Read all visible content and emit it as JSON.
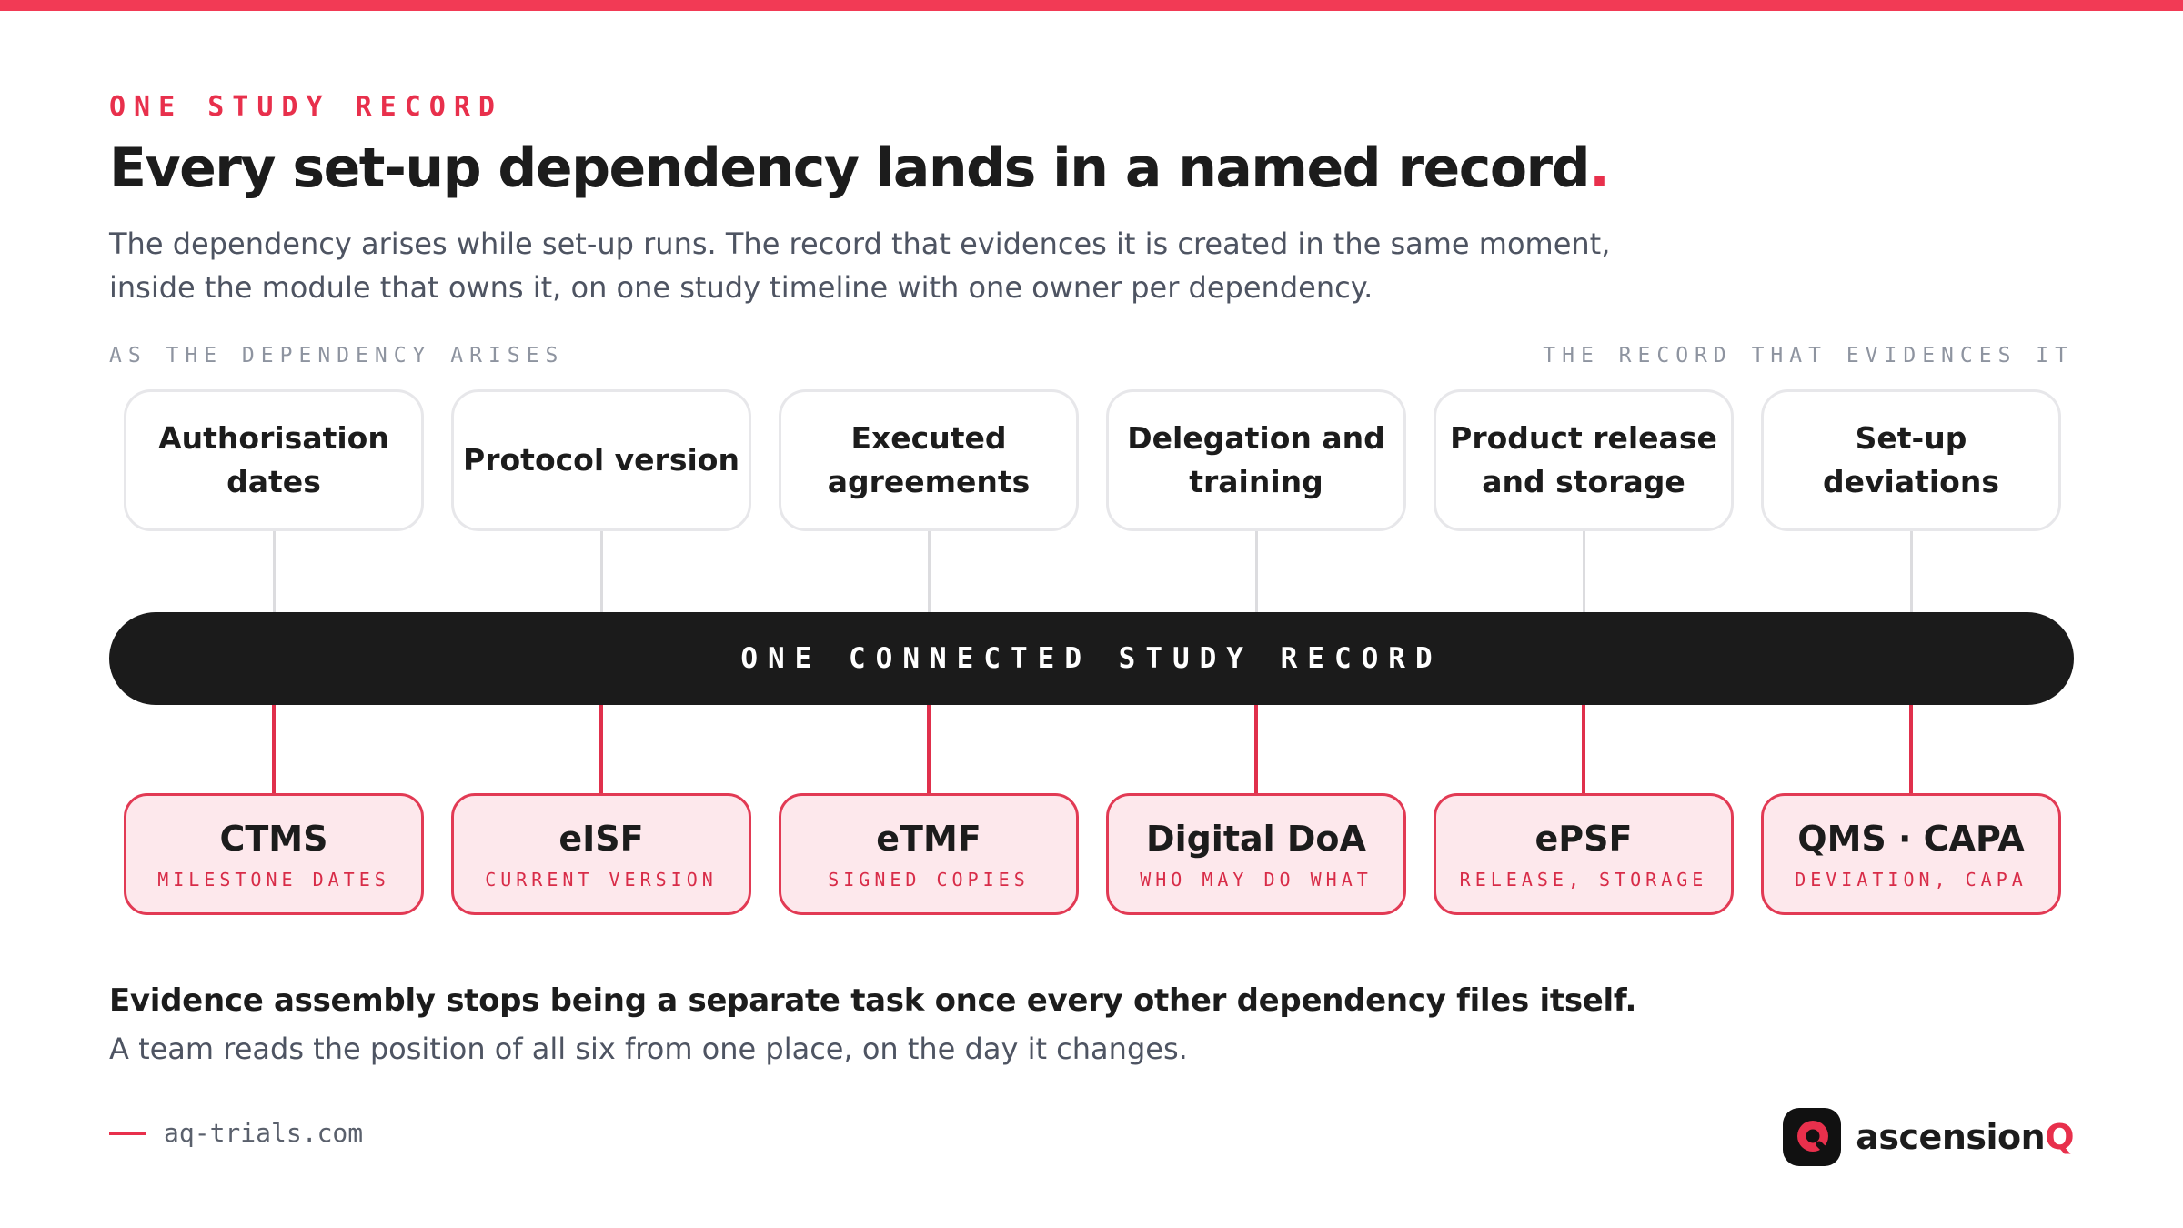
{
  "eyebrow": "ONE STUDY RECORD",
  "headline": {
    "text": "Every set-up dependency lands in a named record",
    "accent": "."
  },
  "subtitle": "The dependency arises while set-up runs. The record that evidences it is created in the same moment, inside the module that owns it, on one study timeline with one owner per dependency.",
  "lanes": {
    "left": "AS THE DEPENDENCY ARISES",
    "right": "THE RECORD THAT EVIDENCES IT"
  },
  "dependencies": [
    {
      "label": "Authorisation dates"
    },
    {
      "label": "Protocol version"
    },
    {
      "label": "Executed agreements"
    },
    {
      "label": "Delegation and training"
    },
    {
      "label": "Product release and storage"
    },
    {
      "label": "Set-up deviations"
    }
  ],
  "spine_label": "ONE CONNECTED STUDY RECORD",
  "modules": [
    {
      "name": "CTMS",
      "sub": "MILESTONE DATES"
    },
    {
      "name": "eISF",
      "sub": "CURRENT VERSION"
    },
    {
      "name": "eTMF",
      "sub": "SIGNED COPIES"
    },
    {
      "name": "Digital DoA",
      "sub": "WHO MAY DO WHAT"
    },
    {
      "name": "ePSF",
      "sub": "RELEASE, STORAGE"
    },
    {
      "name": "QMS · CAPA",
      "sub": "DEVIATION, CAPA"
    }
  ],
  "closing": {
    "strong": "Evidence assembly stops being a separate task once every other dependency files itself.",
    "body": "A team reads the position of all six from one place, on the day it changes."
  },
  "footer": {
    "url": "aq-trials.com",
    "brand_main": "ascension",
    "brand_accent": "Q"
  },
  "colors": {
    "accent": "#f23a55",
    "ink": "#1c1c1c",
    "module_fill": "#fde8ec"
  },
  "icons": {
    "brand_logo": "ascensionq-logo-icon"
  }
}
